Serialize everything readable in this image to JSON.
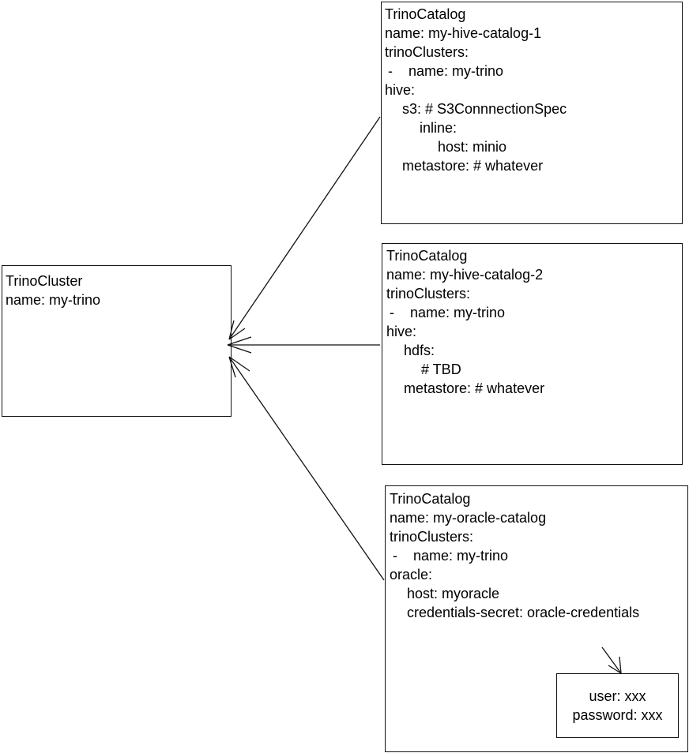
{
  "cluster": {
    "lines": [
      "TrinoCluster",
      "name: my-trino"
    ]
  },
  "catalog1": {
    "lines": [
      "TrinoCatalog",
      "name: my-hive-catalog-1",
      "trinoClusters:",
      "-",
      "name: my-trino",
      "hive:",
      "s3: # S3ConnnectionSpec",
      "inline:",
      "host: minio",
      "metastore: # whatever"
    ]
  },
  "catalog2": {
    "lines": [
      "TrinoCatalog",
      "name: my-hive-catalog-2",
      "trinoClusters:",
      "-",
      "name: my-trino",
      "hive:",
      "hdfs:",
      "# TBD",
      "metastore: # whatever"
    ]
  },
  "catalog3": {
    "lines": [
      "TrinoCatalog",
      "name: my-oracle-catalog",
      "trinoClusters:",
      "-",
      "name: my-trino",
      "oracle:",
      "host: myoracle",
      "credentials-secret: oracle-credentials"
    ]
  },
  "secret": {
    "lines": [
      "user: xxx",
      "password: xxx"
    ]
  }
}
